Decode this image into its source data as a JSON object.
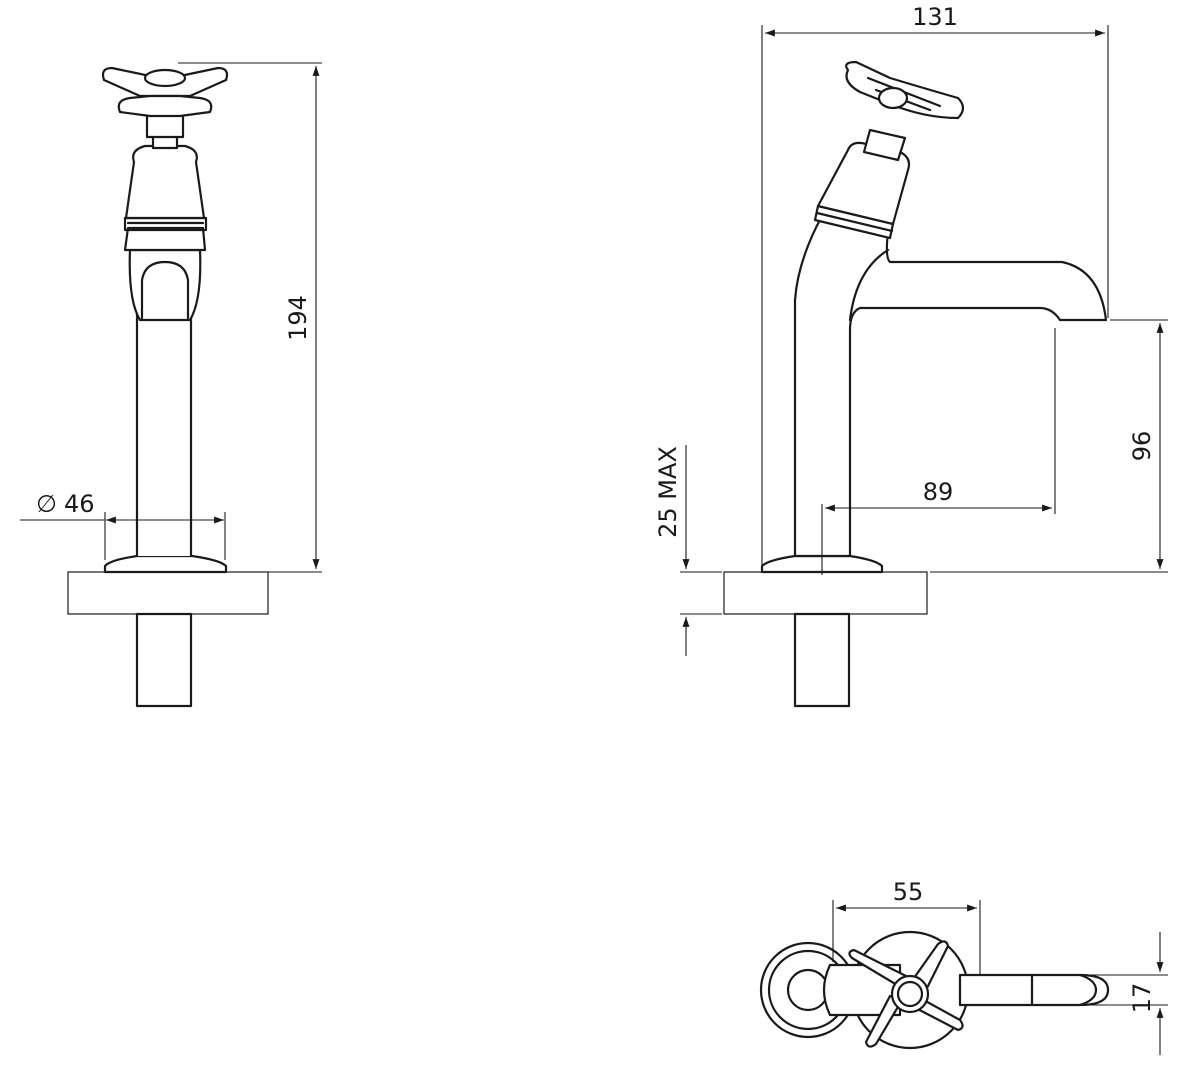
{
  "views": {
    "front": {
      "height_label": "194",
      "base_diameter_label": "46",
      "diameter_symbol": "∅"
    },
    "side": {
      "overall_width_label": "131",
      "spout_height_label": "96",
      "spout_reach_label": "89",
      "deck_thickness_label": "25 MAX"
    },
    "top": {
      "handle_span_label": "55",
      "spout_width_label": "17"
    }
  },
  "colors": {
    "line": "#1a1a1a",
    "hatch": "#555555",
    "background": "#ffffff"
  }
}
